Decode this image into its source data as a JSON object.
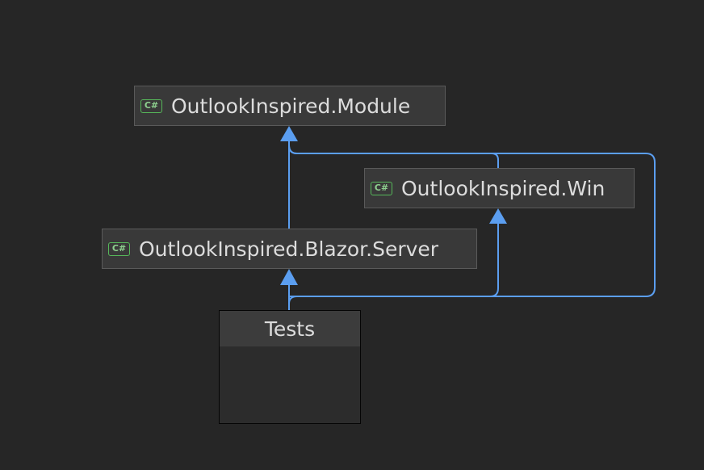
{
  "diagram": {
    "nodes": [
      {
        "id": "module",
        "label": "OutlookInspired.Module",
        "icon": "csharp-project-icon",
        "icon_text": "C#"
      },
      {
        "id": "win",
        "label": "OutlookInspired.Win",
        "icon": "csharp-project-icon",
        "icon_text": "C#"
      },
      {
        "id": "blazor",
        "label": "OutlookInspired.Blazor.Server",
        "icon": "csharp-project-icon",
        "icon_text": "C#"
      },
      {
        "id": "tests",
        "label": "Tests"
      }
    ],
    "edges": [
      {
        "from": "blazor",
        "to": "module"
      },
      {
        "from": "win",
        "to": "module"
      },
      {
        "from": "tests",
        "to": "blazor"
      },
      {
        "from": "tests",
        "to": "win"
      },
      {
        "from": "tests",
        "to": "module"
      }
    ],
    "colors": {
      "background": "#262626",
      "node_fill": "#393939",
      "edge": "#5b9ef0",
      "icon": "#56b85a",
      "text": "#dcdcdc"
    }
  }
}
